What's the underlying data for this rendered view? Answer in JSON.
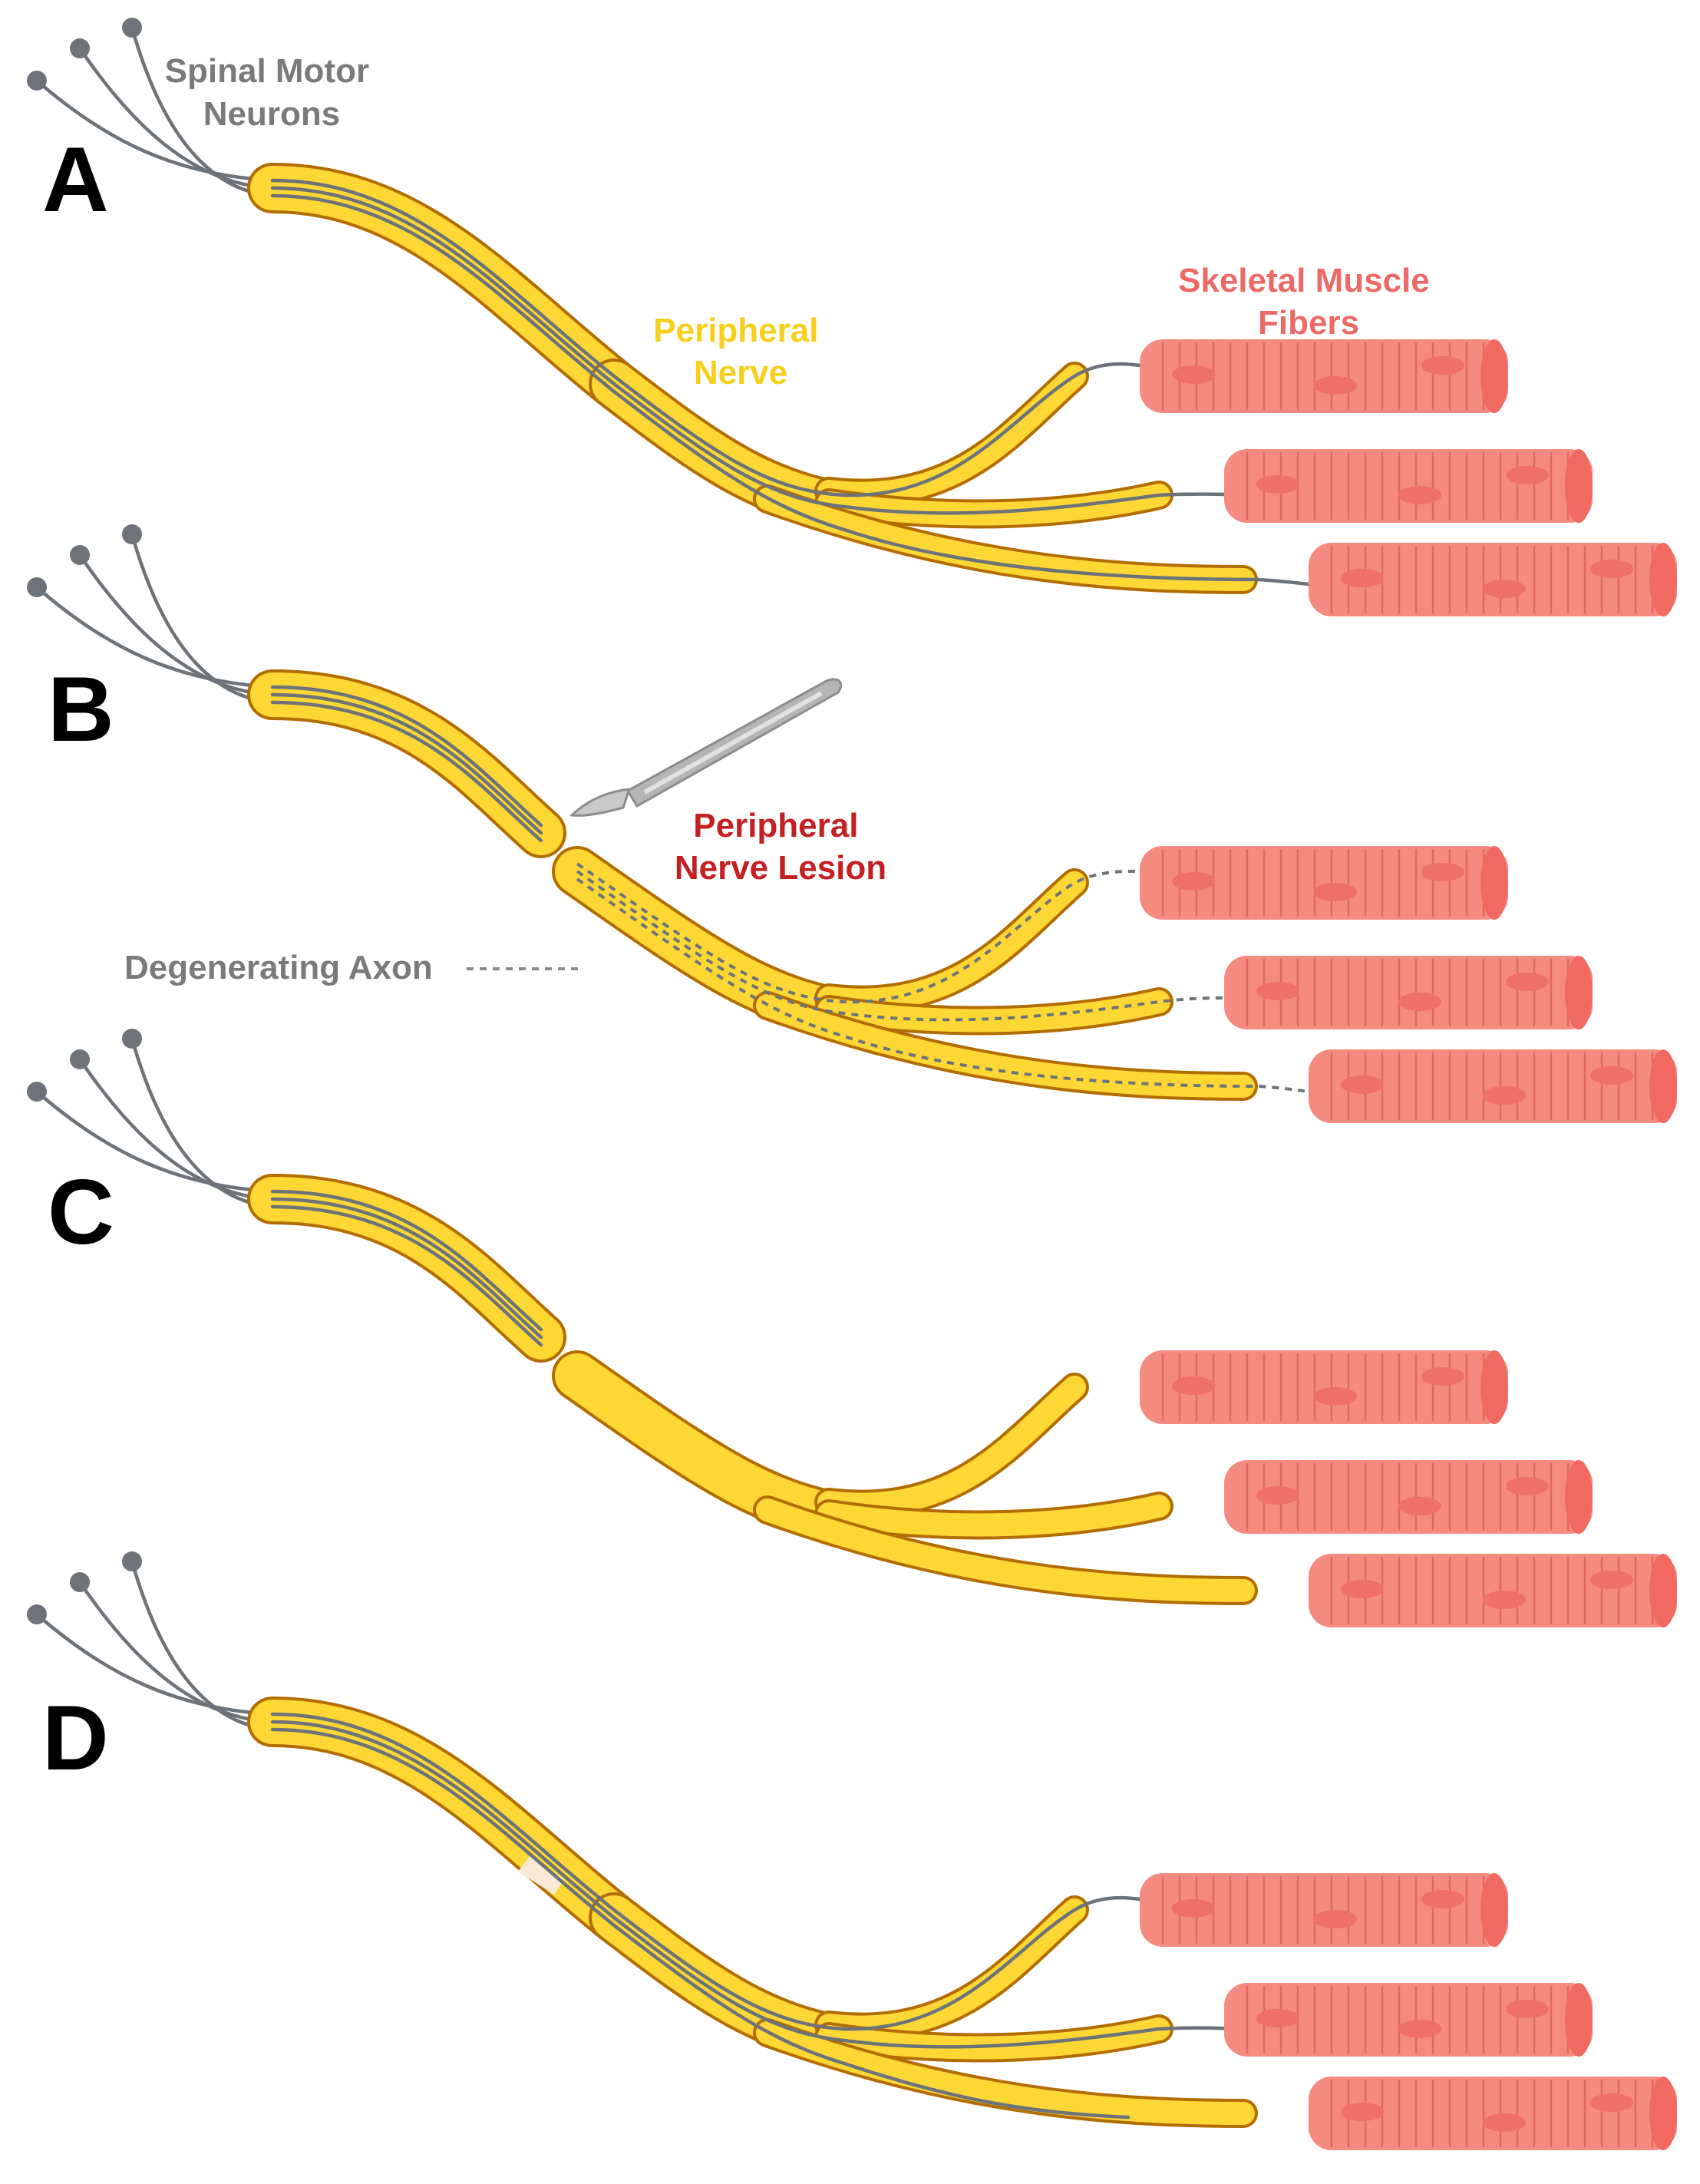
{
  "panels": [
    {
      "id": "A",
      "letter": "A"
    },
    {
      "id": "B",
      "letter": "B"
    },
    {
      "id": "C",
      "letter": "C"
    },
    {
      "id": "D",
      "letter": "D"
    }
  ],
  "labels": {
    "spinal_motor_neurons": [
      "Spinal Motor",
      "Neurons"
    ],
    "peripheral_nerve": [
      "Peripheral",
      "Nerve"
    ],
    "skeletal_muscle_fibers": [
      "Skeletal Muscle",
      "Fibers"
    ],
    "peripheral_nerve_lesion": [
      "Peripheral",
      "Nerve Lesion"
    ],
    "degenerating_axon": "Degenerating Axon"
  },
  "colors": {
    "nerve_fill": "#fdd835",
    "nerve_edge": "#b36c00",
    "axon": "#6d7378",
    "muscle_fill": "#f58a80",
    "muscle_stripe": "#e06a62",
    "muscle_cap": "#f06a62",
    "muscle_nucleus": "#ee7068",
    "label_gray": "#7a7a7a",
    "label_yellow": "#f6cf1d",
    "label_pink": "#ec6a65",
    "label_red": "#c41f22",
    "scalpel_blade": "#c9c9c9",
    "scalpel_handle": "#b5b5b5"
  },
  "icons": {
    "cutting_tool": "scalpel-icon",
    "cell_body": "neuron-soma-icon",
    "muscle": "muscle-fiber-icon"
  }
}
